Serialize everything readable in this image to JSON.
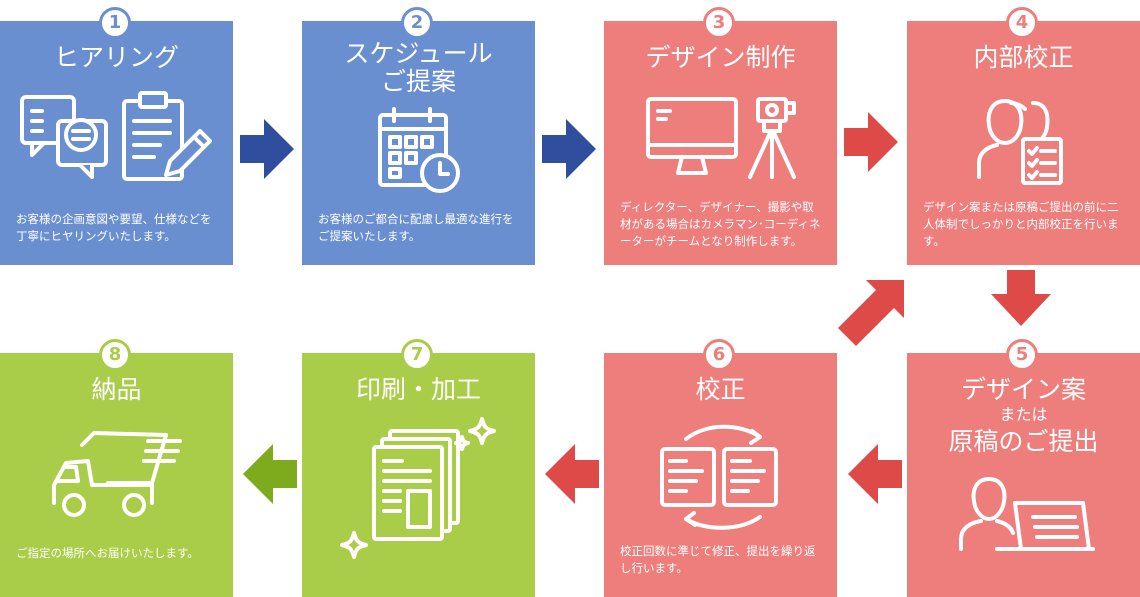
{
  "steps": [
    {
      "number": "1",
      "title": "ヒアリング",
      "description": "お客様の企画意図や要望、仕様などを丁寧にヒヤリングいたします。"
    },
    {
      "number": "2",
      "title_line1": "スケジュール",
      "title_line2": "ご提案",
      "description": "お客様のご都合に配慮し最適な進行をご提案いたします。"
    },
    {
      "number": "3",
      "title": "デザイン制作",
      "description": "ディレクター、デザイナー、撮影や取材がある場合はカメラマン･コーディネーターがチームとなり制作します。"
    },
    {
      "number": "4",
      "title": "内部校正",
      "description": "デザイン案または原稿ご提出の前に二人体制でしっかりと内部校正を行います。"
    },
    {
      "number": "5",
      "title_line1": "デザイン案",
      "title_line2": "または",
      "title_line3": "原稿のご提出"
    },
    {
      "number": "6",
      "title": "校正",
      "description": "校正回数に準じて修正、提出を繰り返し行います。"
    },
    {
      "number": "7",
      "title": "印刷・加工"
    },
    {
      "number": "8",
      "title": "納品",
      "description": "ご指定の場所へお届けいたします。"
    }
  ],
  "colors": {
    "blue": "#6a8fd0",
    "red": "#ee7e7c",
    "green": "#a9cd48",
    "arrow_blue": "#2f4f9e",
    "arrow_red": "#de4a47",
    "arrow_green": "#7eaa1d"
  },
  "icons": {
    "step1": [
      "speech-bubbles-icon",
      "clipboard-pencil-icon"
    ],
    "step2": [
      "calendar-clock-icon"
    ],
    "step3": [
      "monitor-icon",
      "camera-tripod-icon"
    ],
    "step4": [
      "two-people-checklist-icon"
    ],
    "step5": [
      "person-document-icon"
    ],
    "step6": [
      "documents-cycle-icon"
    ],
    "step7": [
      "stacked-pages-sparkle-icon"
    ],
    "step8": [
      "delivery-truck-icon"
    ]
  }
}
